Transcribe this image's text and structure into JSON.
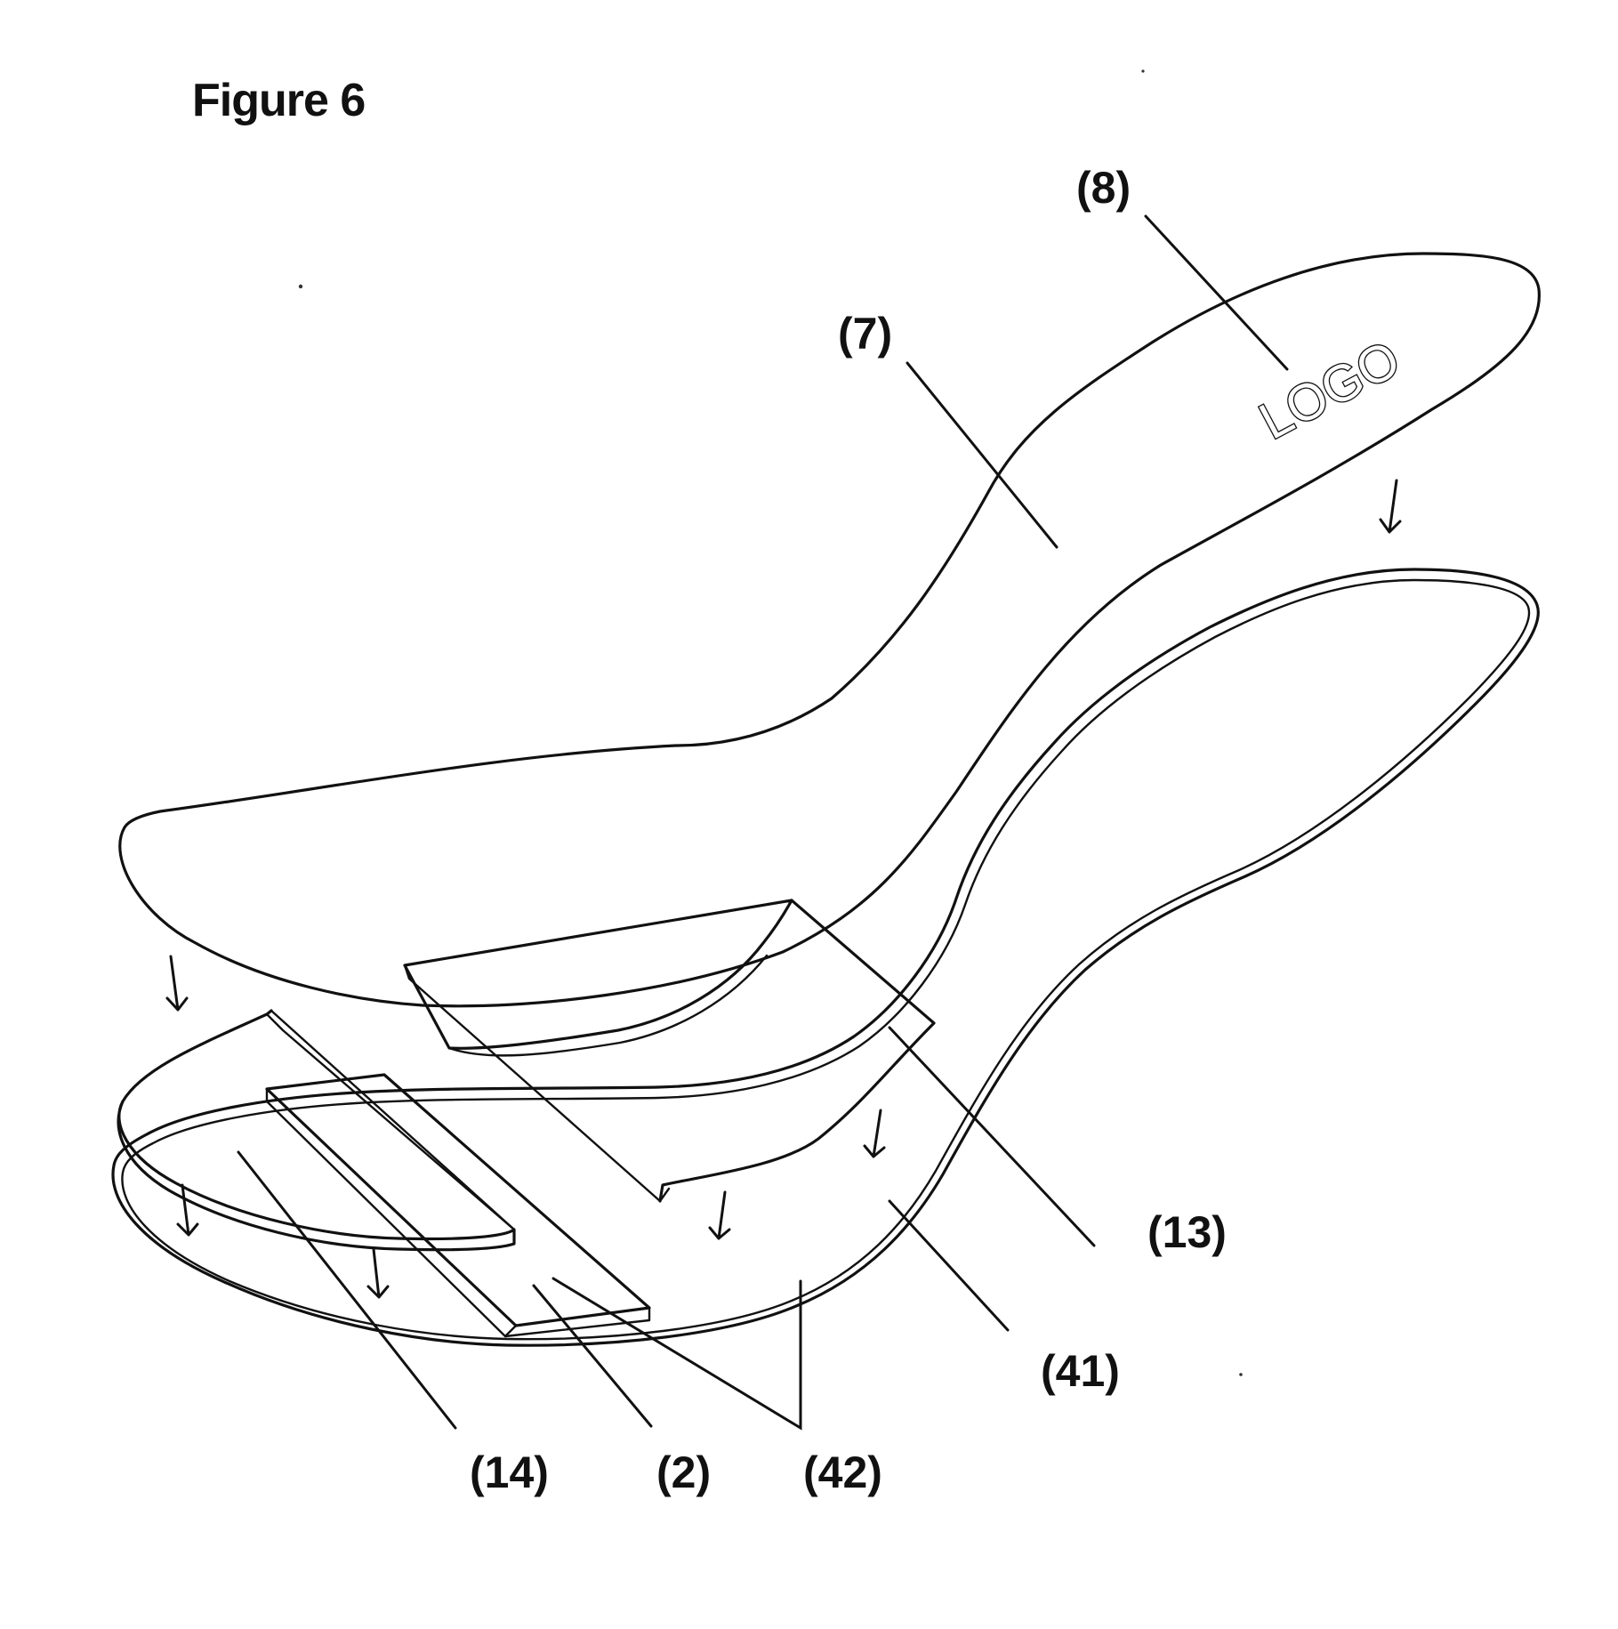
{
  "figure": {
    "title": "Figure 6",
    "logo_text": "LOGO"
  },
  "labels": {
    "ref_8": "(8)",
    "ref_7": "(7)",
    "ref_13": "(13)",
    "ref_41": "(41)",
    "ref_14": "(14)",
    "ref_2": "(2)",
    "ref_42": "(42)"
  },
  "colors": {
    "line": "#111111",
    "background": "#ffffff"
  }
}
